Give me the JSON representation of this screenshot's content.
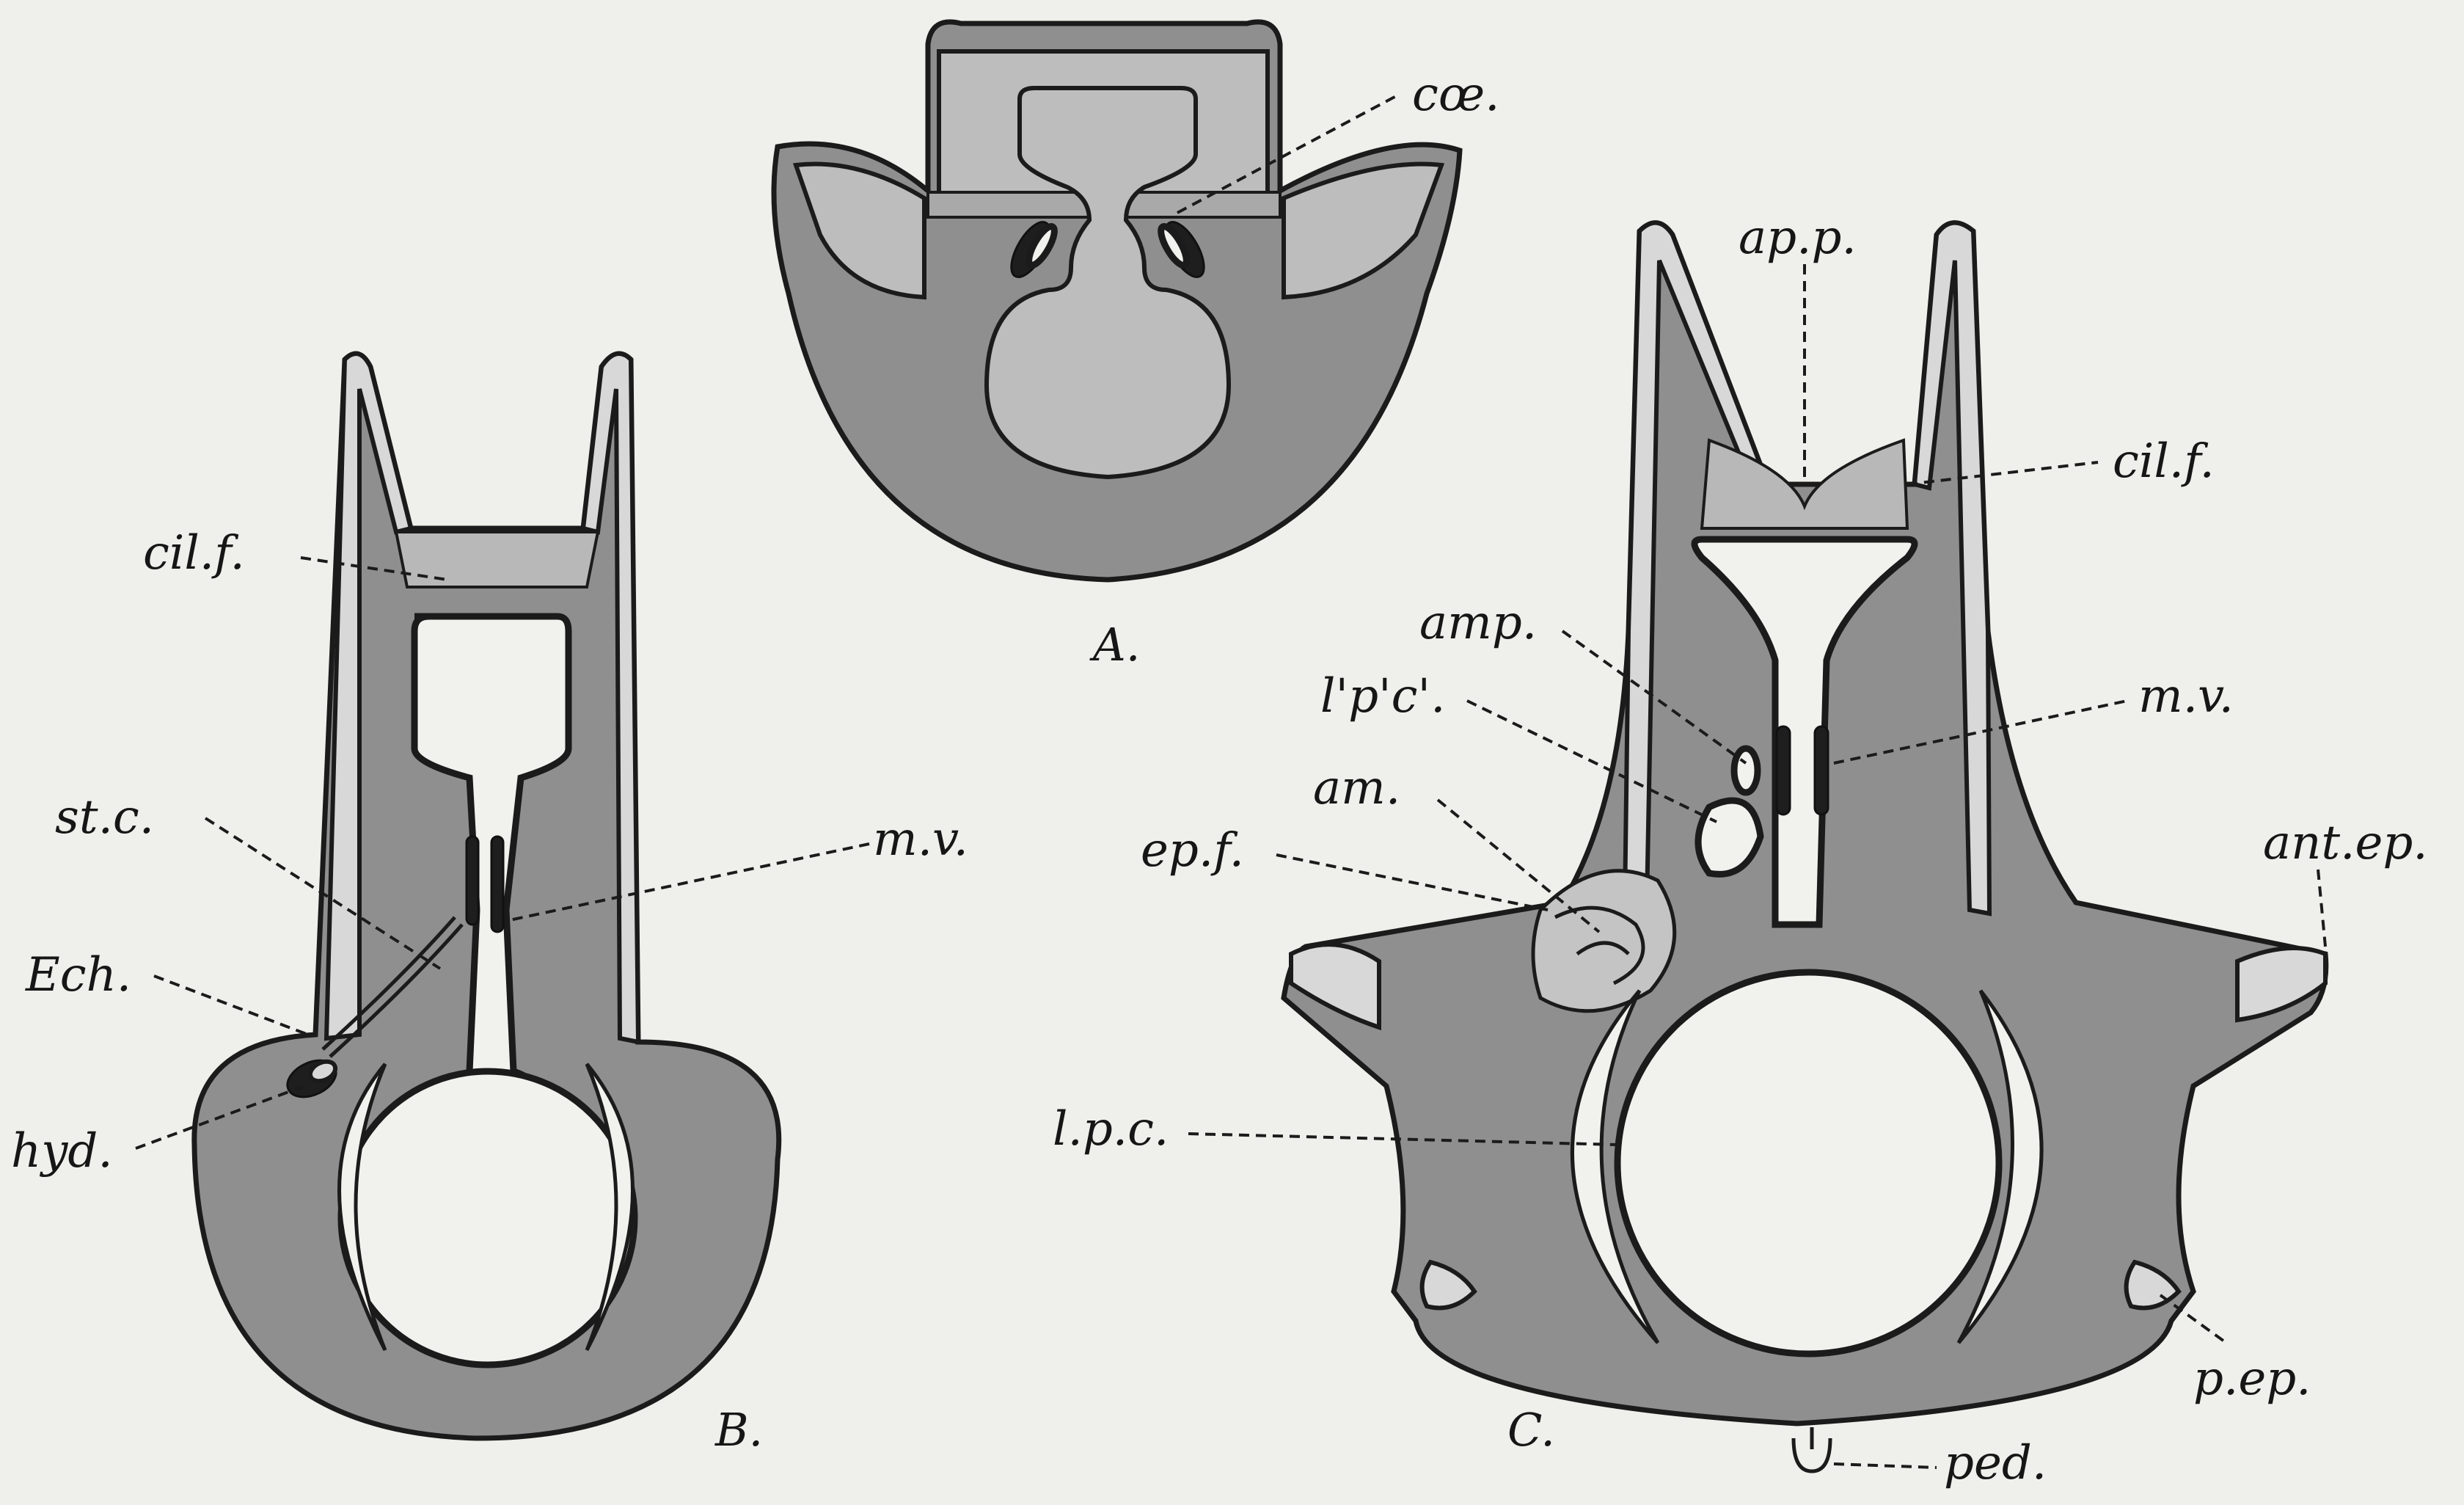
{
  "figures": {
    "A": "A.",
    "B": "B.",
    "C": "C."
  },
  "labels": {
    "coe": "cœ.",
    "app": "ap.p.",
    "cilf_B": "cil.f.",
    "cilf_C": "cil.f.",
    "amp": "amp.",
    "lpc_prime": "l'p'c'.",
    "mv_B": "m.v.",
    "mv_C": "m.v.",
    "am": "am.",
    "epf": "ep.f.",
    "stc": "st.c.",
    "ech": "Ech.",
    "hyd": "hyd.",
    "antep": "ant.ep.",
    "lpc": "l.p.c.",
    "pep": "p.ep.",
    "ped": "ped."
  },
  "colors": {
    "background": "#efefeb",
    "body": "#8f8f8f",
    "epithelium": "#d8d8d8",
    "ink": "#1b1b1b"
  }
}
